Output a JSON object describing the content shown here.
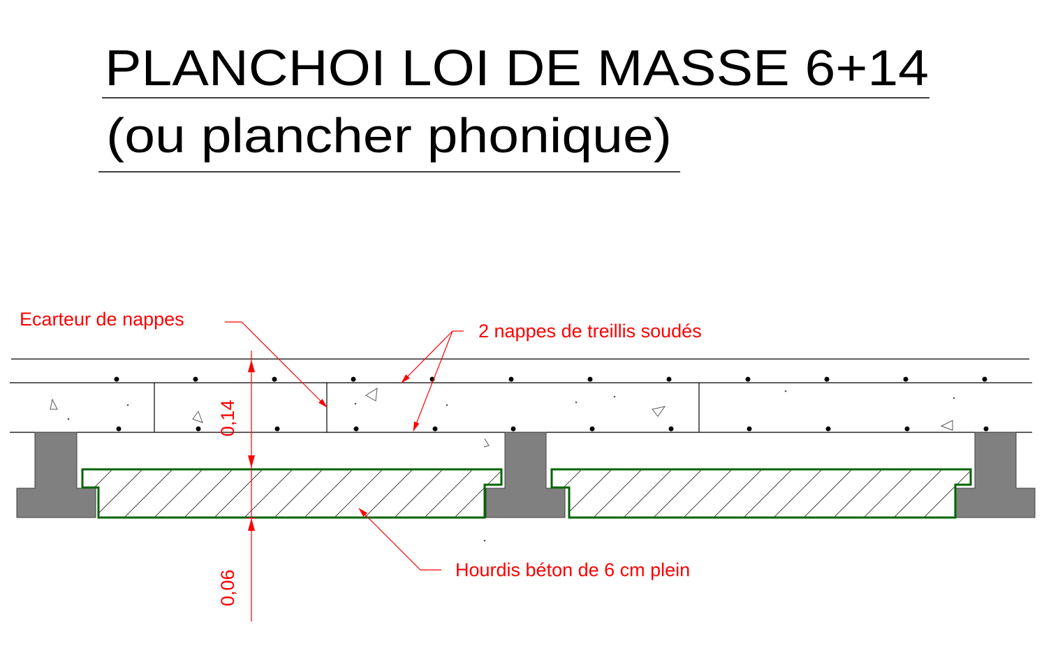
{
  "title": {
    "line1": "PLANCHOI LOI DE MASSE 6+14",
    "line2": "(ou plancher phonique)"
  },
  "labels": {
    "spacer": "Ecarteur de nappes",
    "mesh": "2 nappes de treillis soudés",
    "slab": "Hourdis béton de 6 cm plein"
  },
  "dimensions": {
    "upper": "0,14",
    "lower": "0,06"
  },
  "colors": {
    "title": "#000000",
    "annotation": "#ff0000",
    "beam_fill": "#808080",
    "slab_outline": "#006400",
    "line": "#000000"
  }
}
